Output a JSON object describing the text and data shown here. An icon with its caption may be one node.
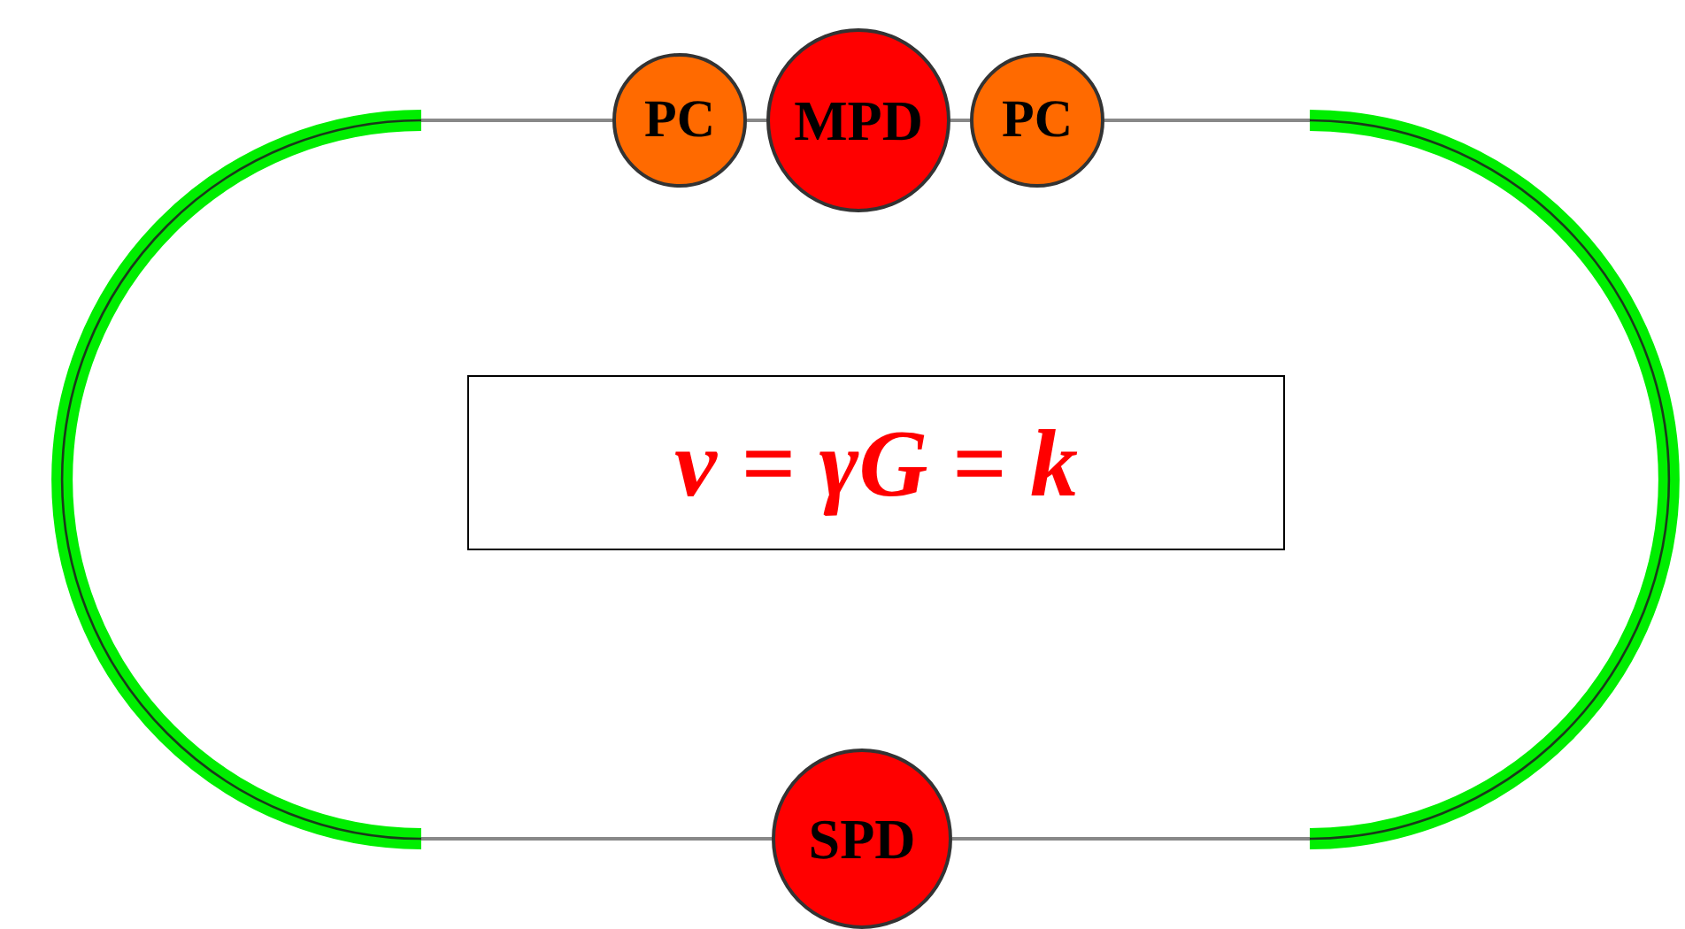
{
  "diagram": {
    "nodes": [
      {
        "text": [],
        "shape": "arc"
      },
      {
        "text": [
          "PC"
        ]
      },
      {
        "text": [
          "MPD"
        ]
      },
      {
        "text": [
          "PC"
        ]
      },
      {
        "text": [],
        "shape": "arc"
      },
      {
        "text": [
          "SPD"
        ]
      },
      {
        "text": [
          "ν = γG = k"
        ]
      }
    ],
    "edges": [
      {
        "from": 0,
        "to": 1,
        "arrow": "none"
      },
      {
        "from": 1,
        "to": 2,
        "arrow": "none"
      },
      {
        "from": 2,
        "to": 3,
        "arrow": "none"
      },
      {
        "from": 3,
        "to": 4,
        "arrow": "none"
      },
      {
        "from": 0,
        "to": 5,
        "arrow": "none"
      },
      {
        "from": 5,
        "to": 4,
        "arrow": "none"
      }
    ]
  }
}
